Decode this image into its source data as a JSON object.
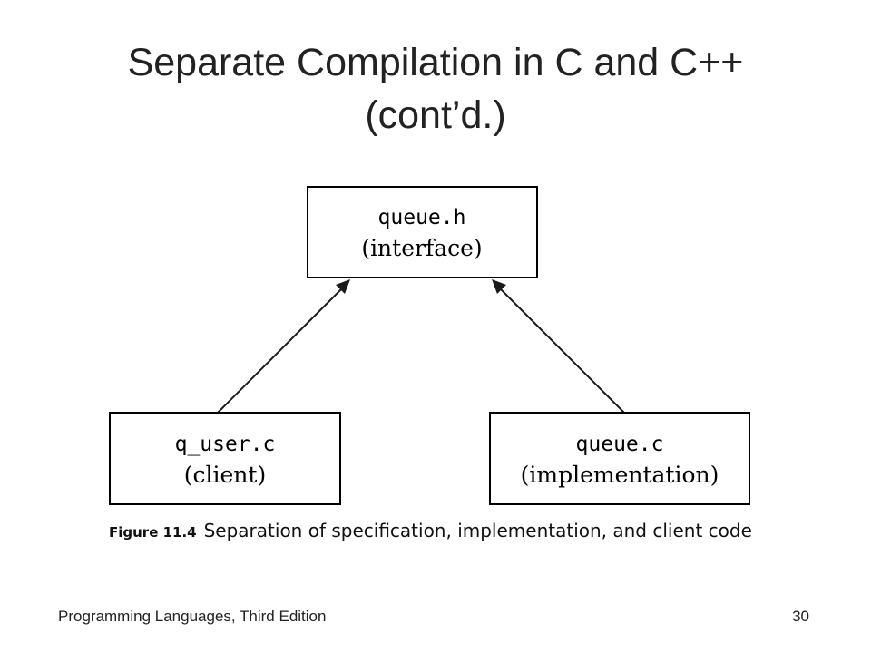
{
  "title": {
    "line1": "Separate Compilation in C and C++",
    "line2": "(cont’d.)"
  },
  "diagram": {
    "nodes": [
      {
        "id": "queue_h",
        "file": "queue.h",
        "role": "(interface)"
      },
      {
        "id": "q_user_c",
        "file": "q_user.c",
        "role": "(client)"
      },
      {
        "id": "queue_c",
        "file": "queue.c",
        "role": "(implementation)"
      }
    ],
    "edges": [
      {
        "from": "q_user_c",
        "to": "queue_h"
      },
      {
        "from": "queue_c",
        "to": "queue_h"
      }
    ]
  },
  "caption": {
    "figure": "Figure 11.4",
    "text": "Separation of specification, implementation, and client code"
  },
  "footer": {
    "book": "Programming Languages, Third Edition",
    "page": "30"
  }
}
